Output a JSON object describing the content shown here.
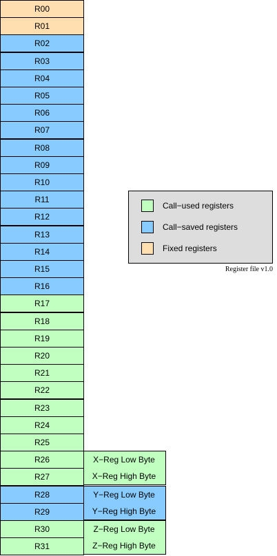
{
  "colors": {
    "call_used": "#c0ffc0",
    "call_saved": "#88ccff",
    "fixed": "#ffdfb0"
  },
  "registers": [
    {
      "name": "R00",
      "type": "fixed"
    },
    {
      "name": "R01",
      "type": "fixed"
    },
    {
      "name": "R02",
      "type": "call_saved"
    },
    {
      "name": "R03",
      "type": "call_saved"
    },
    {
      "name": "R04",
      "type": "call_saved"
    },
    {
      "name": "R05",
      "type": "call_saved"
    },
    {
      "name": "R06",
      "type": "call_saved"
    },
    {
      "name": "R07",
      "type": "call_saved"
    },
    {
      "name": "R08",
      "type": "call_saved"
    },
    {
      "name": "R09",
      "type": "call_saved"
    },
    {
      "name": "R10",
      "type": "call_saved"
    },
    {
      "name": "R11",
      "type": "call_saved"
    },
    {
      "name": "R12",
      "type": "call_saved"
    },
    {
      "name": "R13",
      "type": "call_saved"
    },
    {
      "name": "R14",
      "type": "call_saved"
    },
    {
      "name": "R15",
      "type": "call_saved"
    },
    {
      "name": "R16",
      "type": "call_saved"
    },
    {
      "name": "R17",
      "type": "call_used"
    },
    {
      "name": "R18",
      "type": "call_used"
    },
    {
      "name": "R19",
      "type": "call_used"
    },
    {
      "name": "R20",
      "type": "call_used"
    },
    {
      "name": "R21",
      "type": "call_used"
    },
    {
      "name": "R22",
      "type": "call_used"
    },
    {
      "name": "R23",
      "type": "call_used"
    },
    {
      "name": "R24",
      "type": "call_used"
    },
    {
      "name": "R25",
      "type": "call_used"
    },
    {
      "name": "R26",
      "type": "call_used"
    },
    {
      "name": "R27",
      "type": "call_used"
    },
    {
      "name": "R28",
      "type": "call_saved"
    },
    {
      "name": "R29",
      "type": "call_saved"
    },
    {
      "name": "R30",
      "type": "call_used"
    },
    {
      "name": "R31",
      "type": "call_used"
    }
  ],
  "pairs": [
    {
      "id": "x-reg",
      "start": 26,
      "type": "call_used",
      "low": "X−Reg Low Byte",
      "high": "X−Reg High Byte"
    },
    {
      "id": "y-reg",
      "start": 28,
      "type": "call_saved",
      "low": "Y−Reg Low Byte",
      "high": "Y−Reg High Byte"
    },
    {
      "id": "z-reg",
      "start": 30,
      "type": "call_used",
      "low": "Z−Reg Low Byte",
      "high": "Z−Reg High Byte"
    }
  ],
  "legend": [
    {
      "label": "Call−used registers",
      "type": "call_used"
    },
    {
      "label": "Call−saved registers",
      "type": "call_saved"
    },
    {
      "label": "Fixed registers",
      "type": "fixed"
    }
  ],
  "caption": "Register file v1.0"
}
